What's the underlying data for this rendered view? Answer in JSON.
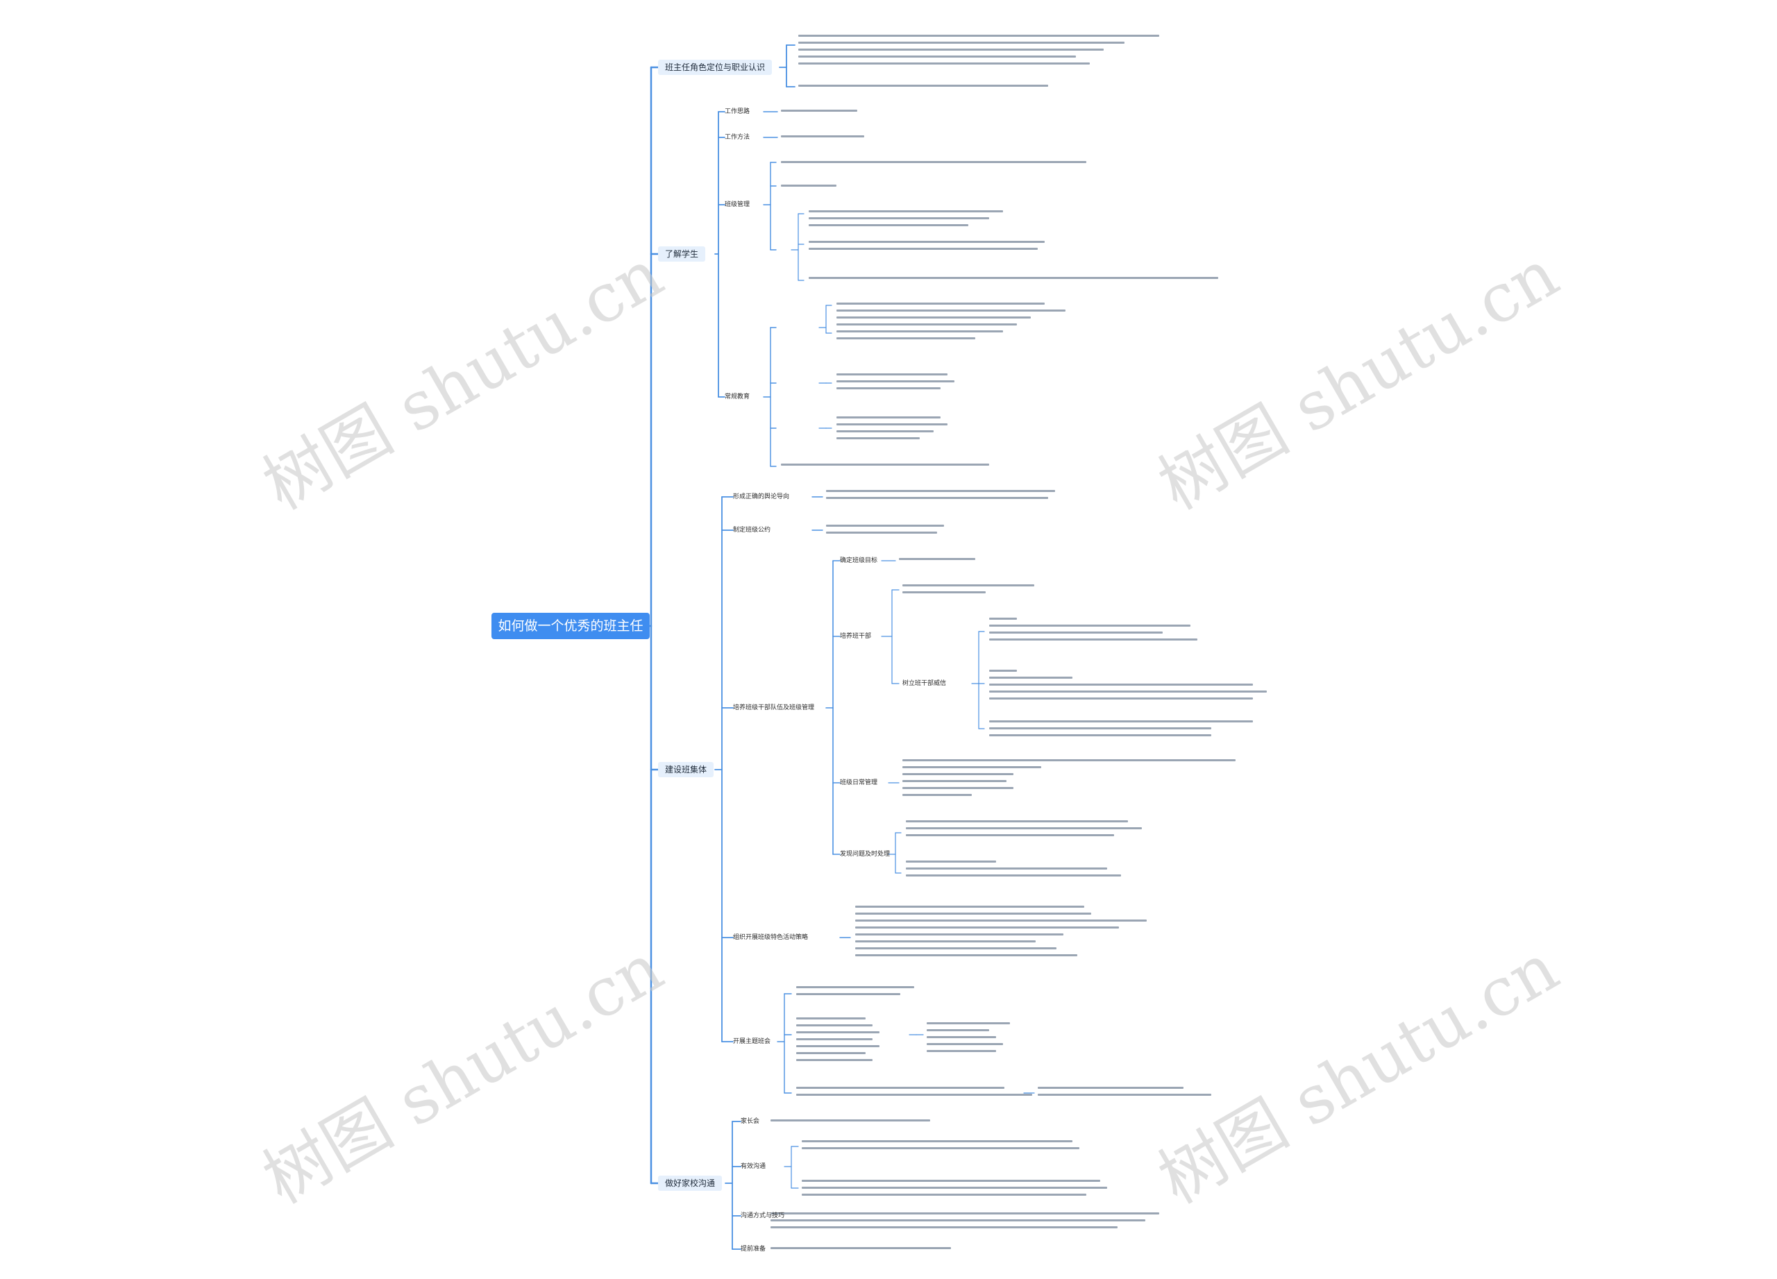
{
  "root": {
    "label": "如何做一个优秀的班主任"
  },
  "branches": [
    {
      "label": "班主任角色定位与职业认识"
    },
    {
      "label": "了解学生"
    },
    {
      "label": "建设班集体"
    },
    {
      "label": "做好家校沟通"
    }
  ],
  "sub": {
    "b2": [
      "工作思路",
      "工作方法",
      "班级管理",
      "常规教育"
    ],
    "b3": [
      "形成正确的舆论导向",
      "制定班级公约",
      "培养班级干部队伍及班级管理",
      "组织开展班级特色活动策略",
      "开展主题班会"
    ],
    "b3c": [
      "确定班级目标",
      "培养班干部",
      "树立班干部威信",
      "班级日常管理",
      "发现问题及时处理"
    ],
    "b4": [
      "家长会",
      "有效沟通",
      "沟通方式与技巧",
      "提前准备"
    ]
  },
  "watermark": "树图 shutu.cn",
  "colors": {
    "line": "#4a90e2",
    "root": "#3f8df0",
    "branch_bg": "#e6f0fc"
  }
}
